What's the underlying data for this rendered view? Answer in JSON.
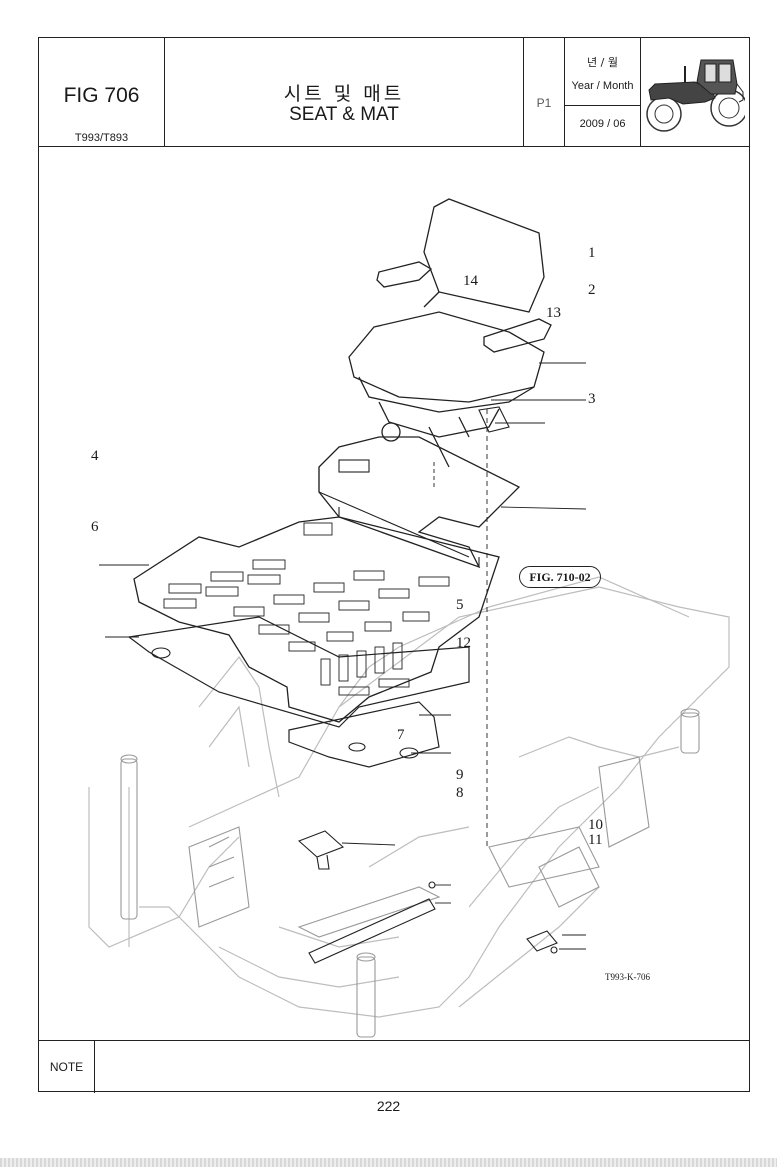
{
  "header": {
    "figure_number": "FIG 706",
    "model": "T993/T893",
    "title_korean": "시트 및 매트",
    "title_english": "SEAT & MAT",
    "page_label": "P1",
    "year_month_korean": "년 / 월",
    "year_month_english": "Year / Month",
    "date": "2009 / 06"
  },
  "drawing": {
    "callouts": [
      "1",
      "2",
      "3",
      "4",
      "5",
      "6",
      "7",
      "8",
      "9",
      "10",
      "11",
      "12",
      "13",
      "14"
    ],
    "figure_reference": "FIG. 710-02",
    "drawing_code": "T993-K-706"
  },
  "note": {
    "label": "NOTE",
    "text": ""
  },
  "footer": {
    "page_number": "222"
  }
}
